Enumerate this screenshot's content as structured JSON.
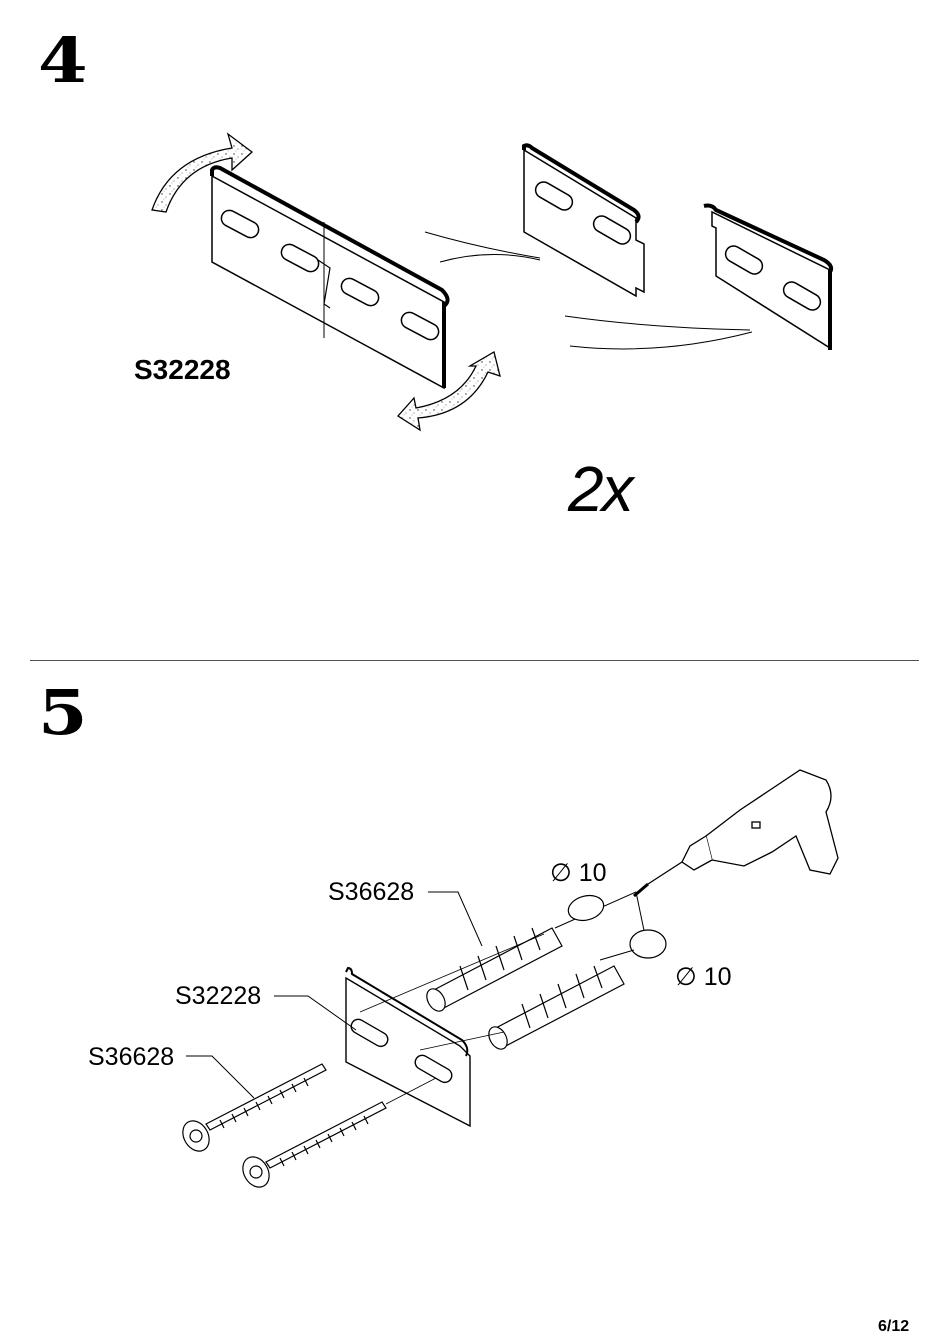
{
  "step4": {
    "number": "4",
    "part_code": "S32228",
    "quantity": "2x"
  },
  "step5": {
    "number": "5",
    "callout_dowel": "S36628",
    "callout_bracket": "S32228",
    "callout_screw": "S36628",
    "drill_diameter_1": "10",
    "drill_diameter_2": "10",
    "diameter_symbol": "∅"
  },
  "page": {
    "number": "6/12"
  }
}
